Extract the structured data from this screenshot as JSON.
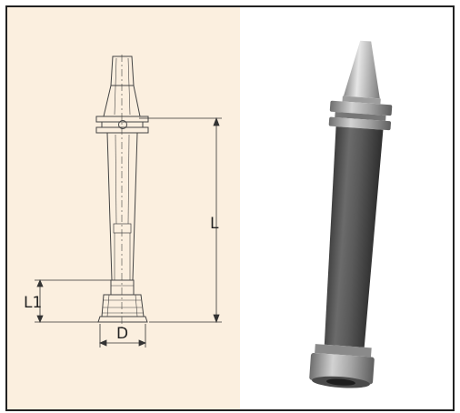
{
  "dimensions": {
    "length_label": "L",
    "length_1_label": "L1",
    "diameter_label": "D"
  },
  "colors": {
    "drawing_background": "#fbefdf",
    "drawing_line": "#444444",
    "dimension_line": "#333333",
    "photo_cone": "#c8c8c8",
    "photo_body": "#5a5a5a",
    "photo_nut": "#a9a9a9"
  }
}
